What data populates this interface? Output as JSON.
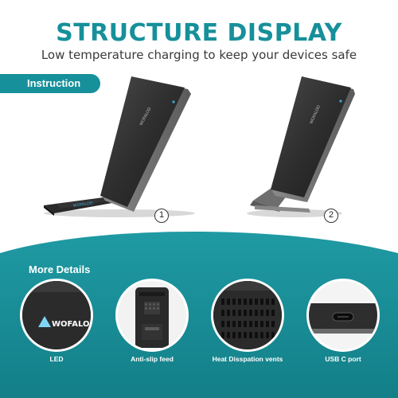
{
  "header": {
    "title": "STRUCTURE DISPLAY",
    "subtitle": "Low temperature charging to keep your devices safe"
  },
  "instruction": {
    "label": "Instruction"
  },
  "steps": [
    {
      "number": "1"
    },
    {
      "number": "2"
    }
  ],
  "more_details": {
    "heading": "More Details",
    "items": [
      {
        "label": "LED",
        "icon": "led-logo"
      },
      {
        "label": "Anti-slip feed",
        "icon": "anti-slip-feet"
      },
      {
        "label": "Heat Disspation vents",
        "icon": "heat-vents"
      },
      {
        "label": "USB C port",
        "icon": "usb-c-port"
      }
    ]
  },
  "brand": {
    "logo_text": "WOFALOD"
  },
  "colors": {
    "accent": "#16909a",
    "panel": "#168f99",
    "device": "#2b2b2b"
  }
}
